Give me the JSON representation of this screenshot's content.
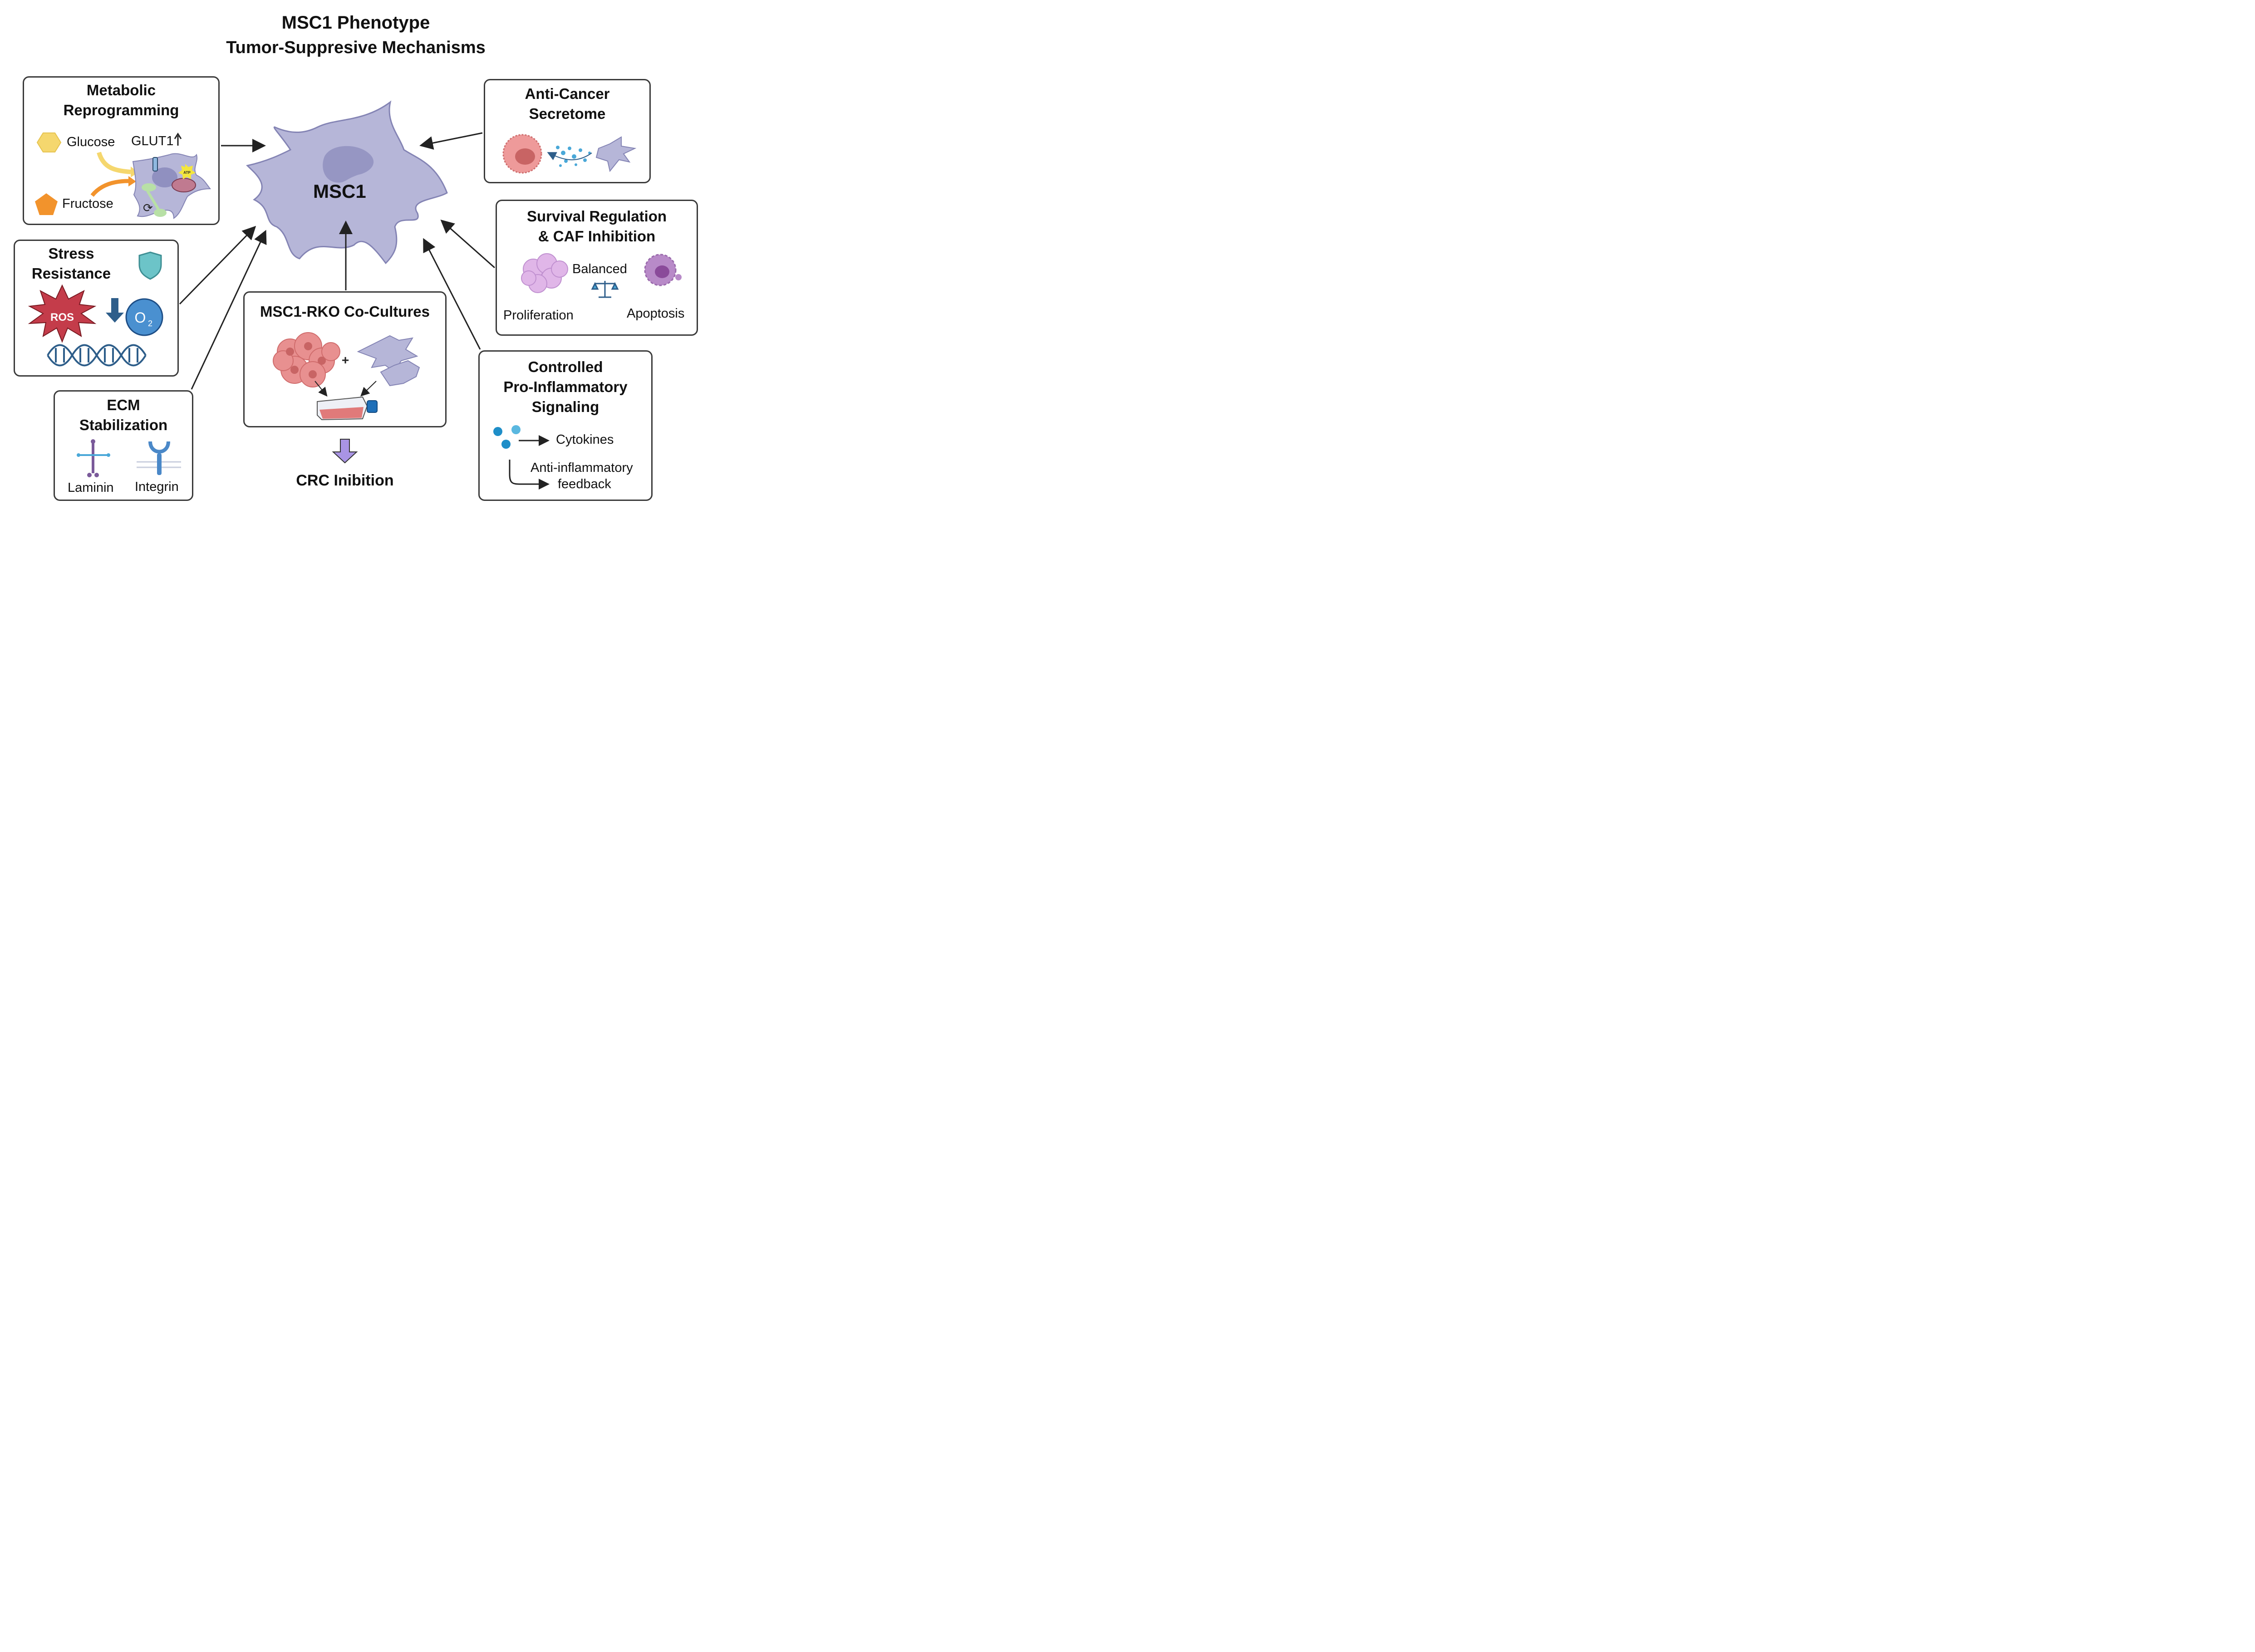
{
  "title": {
    "line1": "MSC1 Phenotype",
    "line2": "Tumor-Suppresive Mechanisms"
  },
  "center": {
    "label": "MSC1"
  },
  "boxes": {
    "metabolic": {
      "title1": "Metabolic",
      "title2": "Reprogramming",
      "glucose": "Glucose",
      "glut1": "GLUT1",
      "fructose": "Fructose",
      "atp": "ATP"
    },
    "stress": {
      "title1": "Stress",
      "title2": "Resistance",
      "ros": "ROS",
      "o2": "O",
      "o2_sub": "2"
    },
    "ecm": {
      "title1": "ECM",
      "title2": "Stabilization",
      "laminin": "Laminin",
      "integrin": "Integrin"
    },
    "coculture": {
      "title": "MSC1-RKO Co-Cultures",
      "plus": "+"
    },
    "secretome": {
      "title1": "Anti-Cancer",
      "title2": "Secretome"
    },
    "survival": {
      "title1": "Survival Regulation",
      "title2": "& CAF Inhibition",
      "balanced": "Balanced",
      "proliferation": "Proliferation",
      "apoptosis": "Apoptosis"
    },
    "inflammatory": {
      "title1": "Controlled",
      "title2": "Pro-Inflammatory",
      "title3": "Signaling",
      "cytokines": "Cytokines",
      "feedback1": "Anti-inflammatory",
      "feedback2": "feedback"
    }
  },
  "outcome": {
    "label": "CRC Inibition"
  },
  "colors": {
    "cell": "#b6b6d8",
    "cell_stroke": "#8484b4",
    "nucleus": "#9090c0",
    "tumor": "#e89090",
    "tumor_dark": "#c86464",
    "ros": "#c43c4a",
    "o2": "#4a90d0",
    "shield": "#6cc4c8",
    "dna": "#2e5e8a",
    "glucose": "#f5d76e",
    "fructose": "#f2932c",
    "arrow": "#222222",
    "down_arrow": "#9a7ad8"
  }
}
